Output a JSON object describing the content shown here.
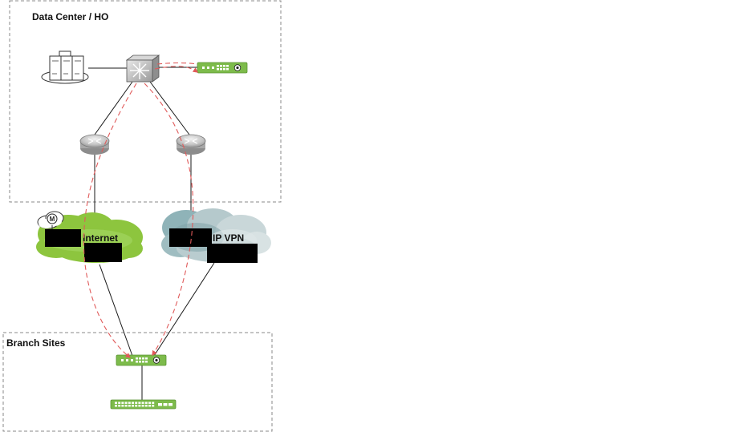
{
  "zones": {
    "datacenter_label": "Data Center / HO",
    "branch_label": "Branch Sites"
  },
  "clouds": {
    "internet_label": "Internet",
    "ipvpn_label": "IP VPN",
    "mgmt_badge_letter": "M"
  },
  "colors": {
    "appliance_green": "#7dbb4b",
    "internet_cloud_green": "#8dc53e",
    "vpn_cloud_teal": "#9ab3b7",
    "tunnel_red": "#e05a5a",
    "redaction_black": "#000000"
  },
  "icons": {
    "server_cluster": "server-cluster-icon",
    "core_switch": "layer3-switch-icon",
    "router": "router-icon",
    "security_appliance": "security-appliance-icon",
    "access_switch": "access-switch-icon",
    "cloud_management": "cloud-management-icon"
  }
}
